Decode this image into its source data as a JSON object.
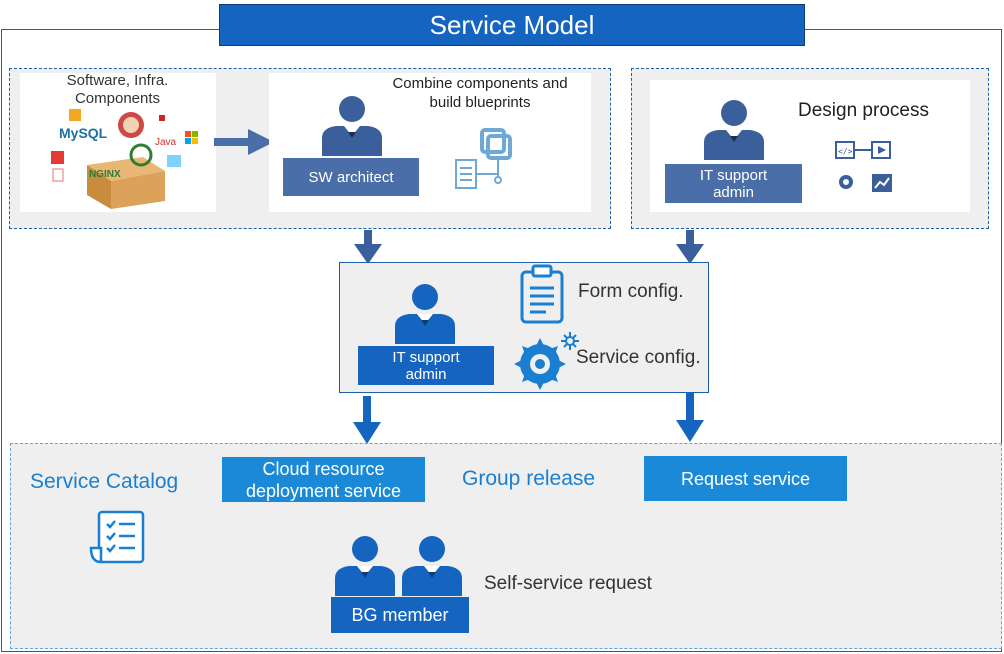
{
  "title": "Service Model",
  "top_left": {
    "components_label": "Software, Infra. Components",
    "logos": [
      "MySQL",
      "Java",
      "NGINX"
    ],
    "blueprint_text": "Combine components and build blueprints",
    "role": "SW architect"
  },
  "top_right": {
    "process_text": "Design process",
    "role": "IT support admin"
  },
  "middle": {
    "form_text": "Form config.",
    "service_text": "Service config.",
    "role": "IT support admin"
  },
  "bottom": {
    "catalog_title": "Service Catalog",
    "cloud_button": "Cloud resource deployment service",
    "group_release": "Group release",
    "request_button": "Request service",
    "self_service": "Self-service request",
    "role": "BG member"
  },
  "colors": {
    "primary": "#1565c0",
    "role_box": "#4a6fa8",
    "accent": "#1a8ad8",
    "person": "#3b5f9a"
  },
  "icons": [
    "person-icon",
    "blueprint-icon",
    "design-process-icon",
    "clipboard-icon",
    "gear-icon",
    "checklist-icon"
  ]
}
